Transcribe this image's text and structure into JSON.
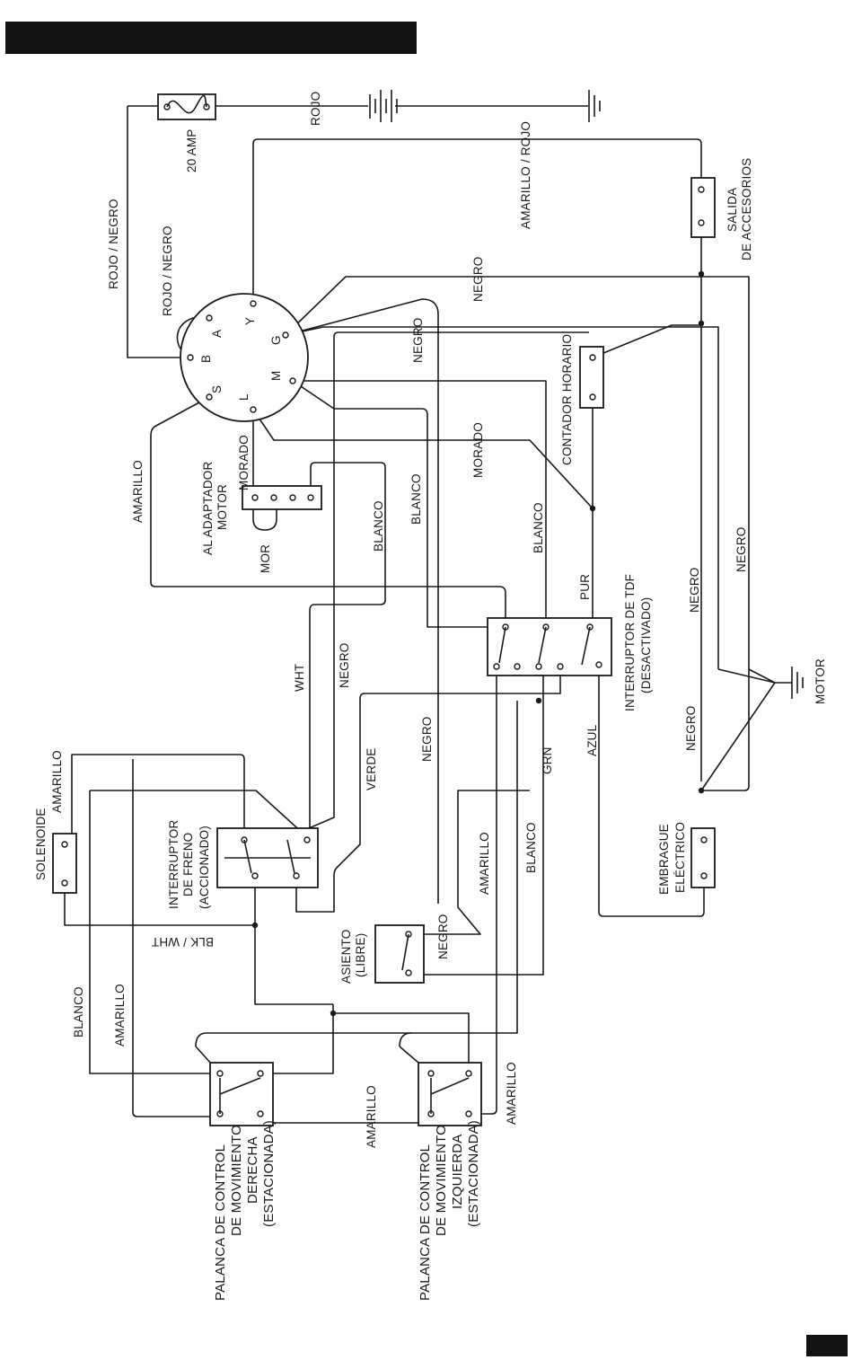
{
  "labels": {
    "amp20": "20 AMP",
    "rojo": "ROJO",
    "amarillo_rojo": "AMARILLO / ROJO",
    "salida_1": "SALIDA",
    "salida_2": "DE ACCESORIOS",
    "rojo_negro_1": "ROJO / NEGRO",
    "rojo_negro_2": "ROJO / NEGRO",
    "negro_top": "NEGRO",
    "ign_y": "Y",
    "ign_a": "A",
    "ign_b": "B",
    "ign_s": "S",
    "ign_l": "L",
    "ign_m": "M",
    "ign_g": "G",
    "negro_ign": "NEGRO",
    "contador": "CONTADOR HORARIO",
    "amarillo_left": "AMARILLO",
    "al_adaptador_1": "AL ADAPTADOR",
    "al_adaptador_2": "MOTOR",
    "morado_small": "MORADO",
    "mor": "MOR",
    "blanco_1": "BLANCO",
    "blanco_2": "BLANCO",
    "morado_mid": "MORADO",
    "blanco_3": "BLANCO",
    "negro_right_1": "NEGRO",
    "negro_right_2": "NEGRO",
    "pur": "PUR",
    "tdf_1": "INTERRUPTOR DE TDF",
    "tdf_2": "(DESACTIVADO)",
    "motor": "MOTOR",
    "wht": "WHT",
    "negro_mid": "NEGRO",
    "amarillo_sol": "AMARILLO",
    "solenoide": "SOLENOIDE",
    "freno_1": "INTERRUPTOR",
    "freno_2": "DE FRENO",
    "freno_3": "(ACCIONADO)",
    "verde": "VERDE",
    "negro_v": "NEGRO",
    "grn": "GRN",
    "azul": "AZUL",
    "negro_emb": "NEGRO",
    "embrague_1": "EMBRAGUE",
    "embrague_2": "ELÉCTRICO",
    "blk_wht": "BLK / WHT",
    "asiento_1": "ASIENTO",
    "asiento_2": "(LIBRE)",
    "negro_asiento": "NEGRO",
    "amarillo_a": "AMARILLO",
    "blanco_b": "BLANCO",
    "blanco_left": "BLANCO",
    "amarillo_left2": "AMARILLO",
    "amarillo_bottom": "AMARILLO",
    "amarillo_right": "AMARILLO",
    "der_1": "PALANCA DE CONTROL",
    "der_2": "DE MOVIMIENTO",
    "der_3": "DERECHA",
    "der_4": "(ESTACIONADA)",
    "izq_1": "PALANCA DE CONTROL",
    "izq_2": "DE MOVIMIENTO",
    "izq_3": "IZQUIERDA",
    "izq_4": "(ESTACIONADA)"
  }
}
